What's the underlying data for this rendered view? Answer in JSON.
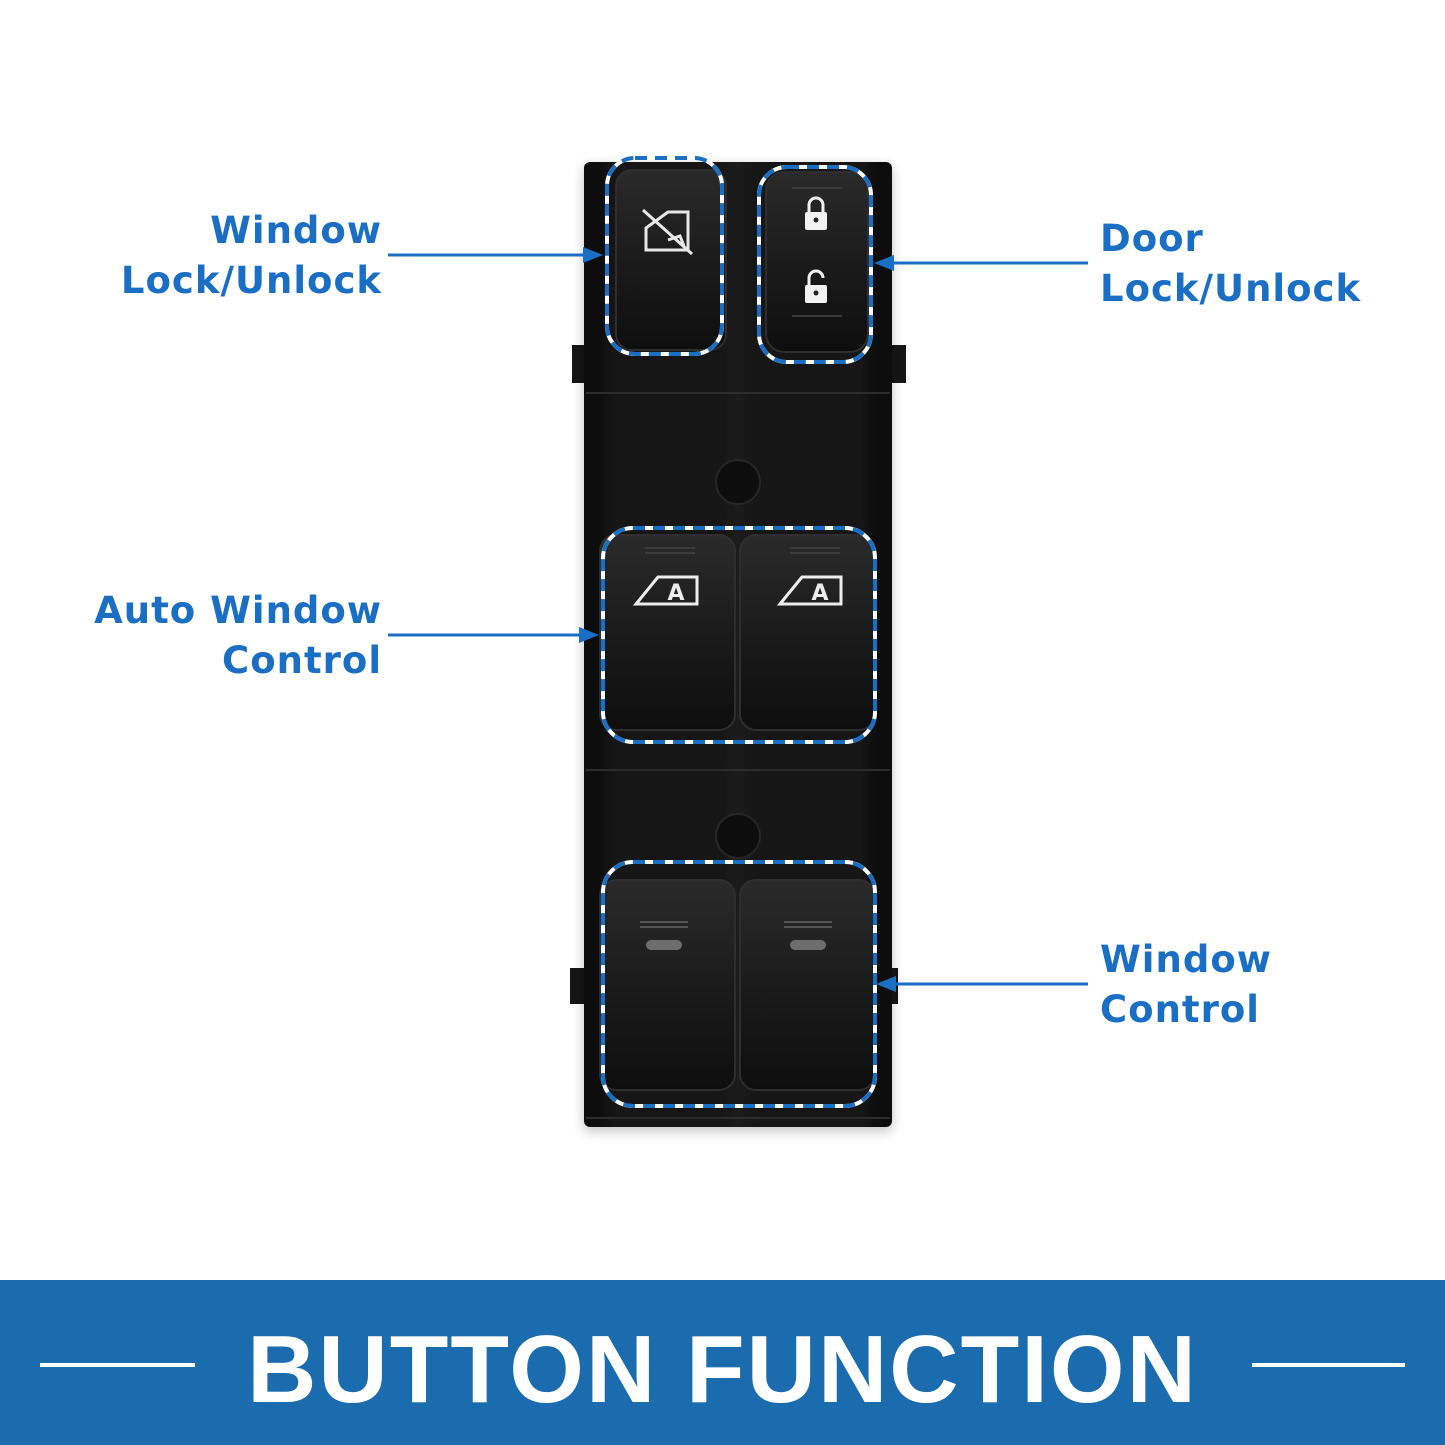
{
  "labels": {
    "window_lock": [
      "Window",
      "Lock/Unlock"
    ],
    "door_lock": [
      "Door",
      "Lock/Unlock"
    ],
    "auto_window": [
      "Auto Window",
      "Control"
    ],
    "window_control": [
      "Window",
      "Control"
    ]
  },
  "banner": {
    "title": "BUTTON FUNCTION"
  },
  "colors": {
    "accent": "#1a6fc4",
    "banner": "#1a6cae",
    "panel": "#141414",
    "button": "#1c1c1c"
  }
}
